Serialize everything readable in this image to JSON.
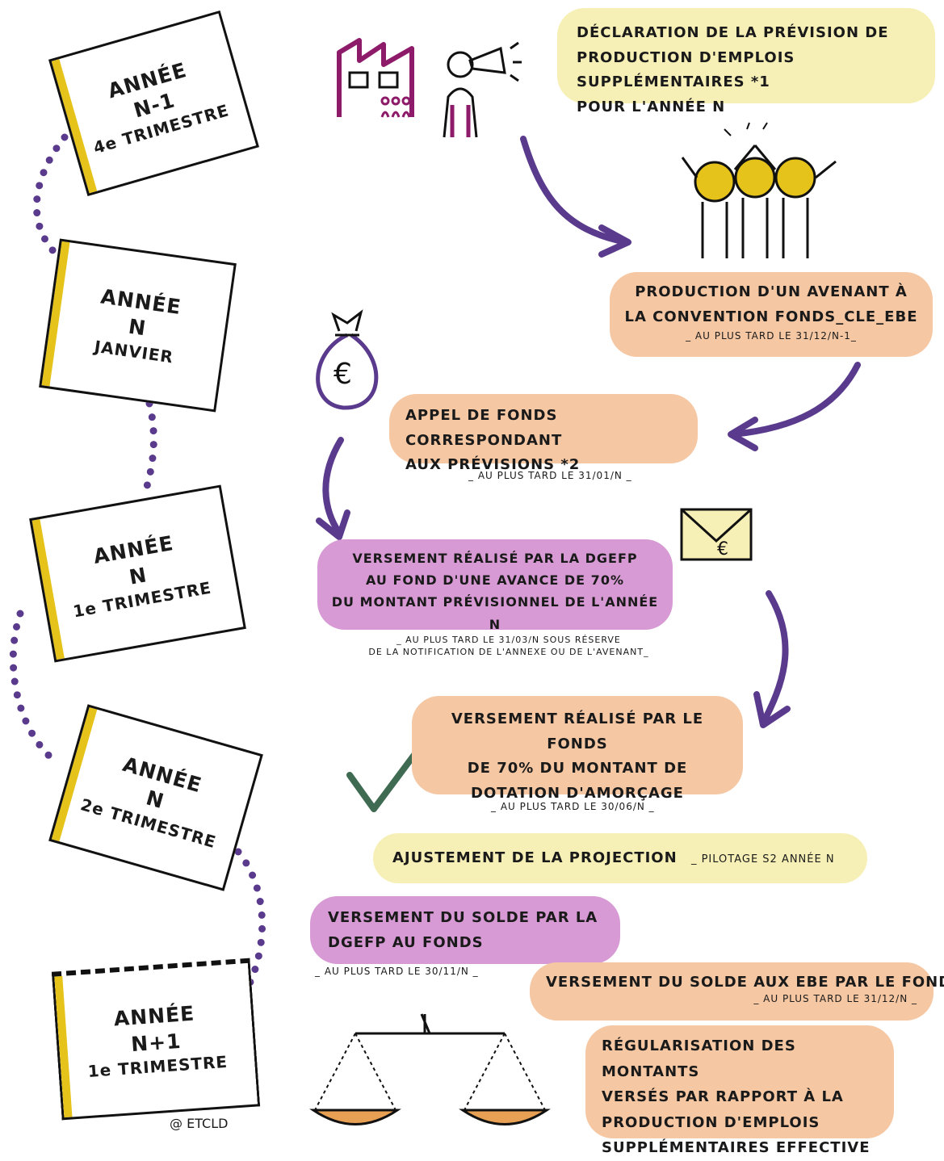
{
  "timeline": [
    {
      "lines": [
        "ANNÉE",
        "N-1",
        "4e TRIMESTRE"
      ]
    },
    {
      "lines": [
        "ANNÉE",
        "N",
        "JANVIER"
      ]
    },
    {
      "lines": [
        "ANNÉE",
        "N",
        "1e TRIMESTRE"
      ]
    },
    {
      "lines": [
        "ANNÉE",
        "N",
        "2e TRIMESTRE"
      ]
    },
    {
      "lines": [
        "ANNÉE",
        "N+1",
        "1e TRIMESTRE"
      ]
    }
  ],
  "steps": {
    "declaration": {
      "lines": [
        "DÉCLARATION DE LA PRÉVISION DE",
        "PRODUCTION D'EMPLOIS SUPPLÉMENTAIRES *1",
        "POUR L'ANNÉE N"
      ]
    },
    "avenant": {
      "lines": [
        "PRODUCTION D'UN AVENANT À",
        "LA CONVENTION FONDS_CLE_EBE"
      ],
      "deadline": "_ AU PLUS TARD LE 31/12/N-1_"
    },
    "appel": {
      "lines": [
        "APPEL DE FONDS CORRESPONDANT",
        "AUX PRÉVISIONS *2"
      ],
      "deadline": "_ AU PLUS TARD LE 31/01/N _"
    },
    "versement_dgefp": {
      "lines": [
        "VERSEMENT RÉALISÉ PAR LA DGEFP",
        "AU FOND D'UNE AVANCE DE 70%",
        "DU MONTANT PRÉVISIONNEL DE L'ANNÉE N"
      ],
      "deadline_lines": [
        "_ AU PLUS TARD LE 31/03/N SOUS RÉSERVE",
        "DE LA NOTIFICATION DE L'ANNEXE OU DE L'AVENANT_"
      ]
    },
    "versement_fonds": {
      "lines": [
        "VERSEMENT RÉALISÉ PAR LE FONDS",
        "DE 70% DU MONTANT DE",
        "DOTATION D'AMORÇAGE"
      ],
      "deadline": "_ AU PLUS TARD LE 30/06/N _"
    },
    "ajustement": {
      "main": "AJUSTEMENT DE LA PROJECTION",
      "sub": "_ PILOTAGE S2 ANNÉE N"
    },
    "solde_dgefp": {
      "lines": [
        "VERSEMENT DU SOLDE PAR LA",
        "DGEFP AU FONDS"
      ],
      "deadline": "_ AU PLUS TARD LE 30/11/N _"
    },
    "solde_ebe": {
      "main": "VERSEMENT DU SOLDE AUX EBE PAR LE FONDS",
      "deadline": "_ AU PLUS TARD LE 31/12/N _"
    },
    "regularisation": {
      "lines": [
        "RÉGULARISATION DES MONTANTS",
        "VERSÉS PAR RAPPORT À LA",
        "PRODUCTION D'EMPLOIS",
        "SUPPLÉMENTAIRES EFFECTIVE"
      ]
    }
  },
  "icons": {
    "euro_symbol": "€",
    "names": [
      "factory-icon",
      "megaphone-person-icon",
      "celebrating-people-icon",
      "money-bag-icon",
      "envelope-icon",
      "checkmark-icon",
      "balance-scale-icon"
    ]
  },
  "credit": "@ ETCLD",
  "colors": {
    "yellow": "#f6f0b6",
    "orange": "#f5c7a3",
    "purple": "#d79ad4",
    "arrow": "#5a3a8c",
    "dots": "#5a3a8c",
    "accent": "#e6c31a",
    "factory": "#8e1b6a",
    "check": "#3f6b52"
  }
}
